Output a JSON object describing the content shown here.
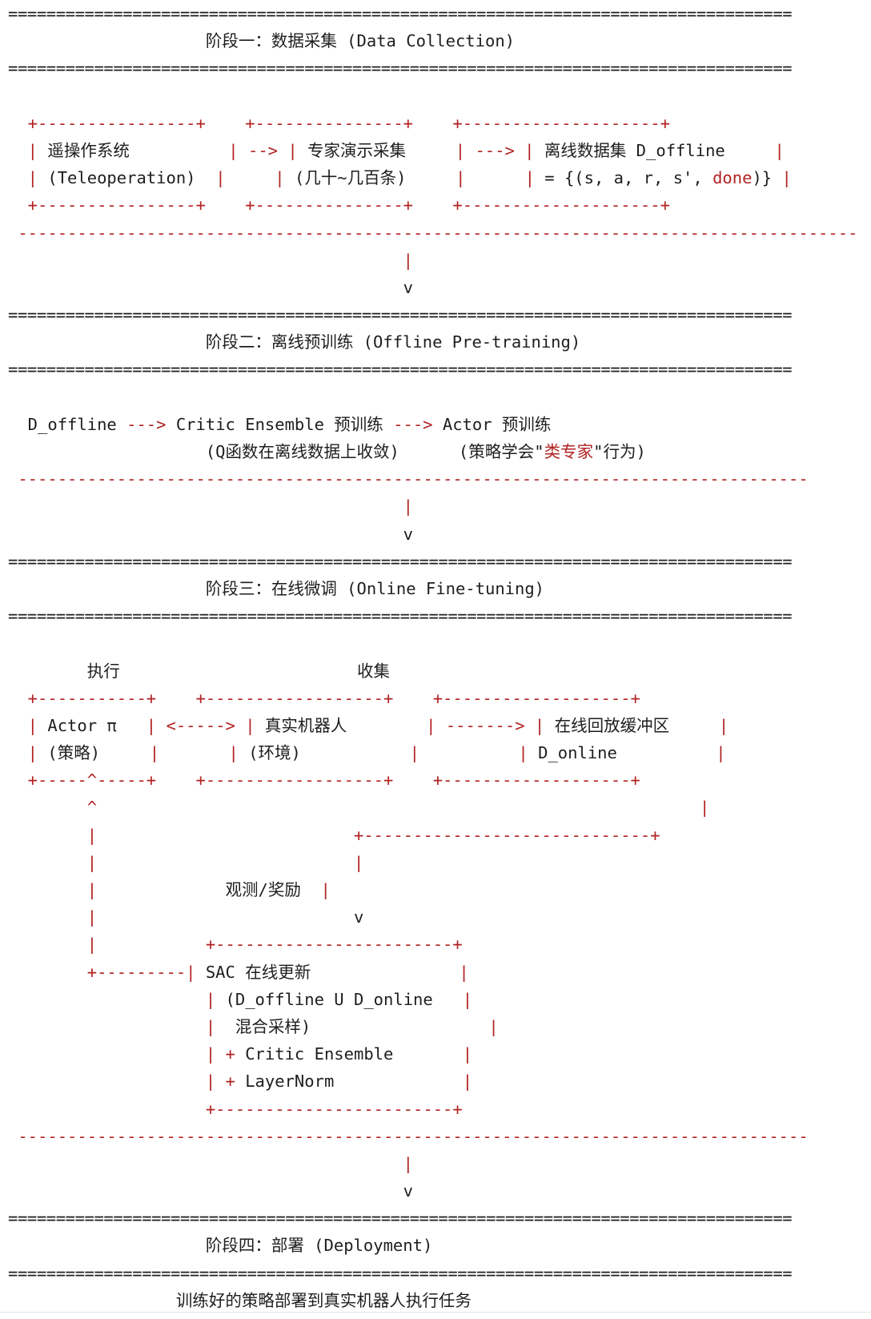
{
  "title": "",
  "lines": [
    [
      {
        "t": "==================================================================================",
        "c": "sep"
      }
    ],
    [
      {
        "t": "                    阶段一：数据采集 (Data Collection)",
        "c": "txt"
      }
    ],
    [
      {
        "t": "==================================================================================",
        "c": "sep"
      }
    ],
    [
      {
        "t": "",
        "c": "txt"
      }
    ],
    [
      {
        "t": "  +----------------+    +---------------+    +--------------------+",
        "c": "red"
      }
    ],
    [
      {
        "t": "  | ",
        "c": "red"
      },
      {
        "t": "遥操作系统",
        "c": "txt"
      },
      {
        "t": "          | --> | ",
        "c": "red"
      },
      {
        "t": "专家演示采集",
        "c": "txt"
      },
      {
        "t": "     | ---> | ",
        "c": "red"
      },
      {
        "t": "离线数据集 D_offline",
        "c": "txt"
      },
      {
        "t": "     |",
        "c": "red"
      }
    ],
    [
      {
        "t": "  | ",
        "c": "red"
      },
      {
        "t": "(Teleoperation)",
        "c": "txt"
      },
      {
        "t": "  |     | ",
        "c": "red"
      },
      {
        "t": "(几十~几百条)",
        "c": "txt"
      },
      {
        "t": "     |      | ",
        "c": "red"
      },
      {
        "t": "= {(s, a, r, s', ",
        "c": "txt"
      },
      {
        "t": "done",
        "c": "red"
      },
      {
        "t": ")}",
        "c": "txt"
      },
      {
        "t": " |",
        "c": "red"
      }
    ],
    [
      {
        "t": "  +----------------+    +---------------+    +--------------------+",
        "c": "red"
      }
    ],
    [
      {
        "t": " -------------------------------------------------------------------------------------",
        "c": "red"
      }
    ],
    [
      {
        "t": "                                        |",
        "c": "red"
      }
    ],
    [
      {
        "t": "                                        v",
        "c": "txt"
      }
    ],
    [
      {
        "t": "==================================================================================",
        "c": "sep"
      }
    ],
    [
      {
        "t": "                    阶段二：离线预训练 (Offline Pre-training)",
        "c": "txt"
      }
    ],
    [
      {
        "t": "==================================================================================",
        "c": "sep"
      }
    ],
    [
      {
        "t": "",
        "c": "txt"
      }
    ],
    [
      {
        "t": "  D_offline ",
        "c": "txt"
      },
      {
        "t": "--->",
        "c": "red"
      },
      {
        "t": " Critic Ensemble 预训练 ",
        "c": "txt"
      },
      {
        "t": "--->",
        "c": "red"
      },
      {
        "t": " Actor 预训练",
        "c": "txt"
      }
    ],
    [
      {
        "t": "                    (Q函数在离线数据上收敛)      (策略学会\"",
        "c": "txt"
      },
      {
        "t": "类专家",
        "c": "red"
      },
      {
        "t": "\"行为)",
        "c": "txt"
      }
    ],
    [
      {
        "t": " --------------------------------------------------------------------------------",
        "c": "red"
      }
    ],
    [
      {
        "t": "                                        |",
        "c": "red"
      }
    ],
    [
      {
        "t": "                                        v",
        "c": "txt"
      }
    ],
    [
      {
        "t": "==================================================================================",
        "c": "sep"
      }
    ],
    [
      {
        "t": "                    阶段三：在线微调 (Online Fine-tuning)",
        "c": "txt"
      }
    ],
    [
      {
        "t": "==================================================================================",
        "c": "sep"
      }
    ],
    [
      {
        "t": "",
        "c": "txt"
      }
    ],
    [
      {
        "t": "        执行                        收集",
        "c": "txt"
      }
    ],
    [
      {
        "t": "  +-----------+    +------------------+    +-------------------+",
        "c": "red"
      }
    ],
    [
      {
        "t": "  | ",
        "c": "red"
      },
      {
        "t": "Actor π",
        "c": "txt"
      },
      {
        "t": "   | <-----> | ",
        "c": "red"
      },
      {
        "t": "真实机器人",
        "c": "txt"
      },
      {
        "t": "        | -------> | ",
        "c": "red"
      },
      {
        "t": "在线回放缓冲区",
        "c": "txt"
      },
      {
        "t": "     |",
        "c": "red"
      }
    ],
    [
      {
        "t": "  | ",
        "c": "red"
      },
      {
        "t": "(策略)",
        "c": "txt"
      },
      {
        "t": "     |       | ",
        "c": "red"
      },
      {
        "t": "(环境)",
        "c": "txt"
      },
      {
        "t": "           |          | ",
        "c": "red"
      },
      {
        "t": "D_online",
        "c": "txt"
      },
      {
        "t": "          |",
        "c": "red"
      }
    ],
    [
      {
        "t": "  +-----^-----+    +------------------+    +-------------------+",
        "c": "red"
      }
    ],
    [
      {
        "t": "        ^                                                             |",
        "c": "red"
      }
    ],
    [
      {
        "t": "        |                          +-----------------------------+",
        "c": "red"
      }
    ],
    [
      {
        "t": "        |                          |",
        "c": "red"
      }
    ],
    [
      {
        "t": "        |             ",
        "c": "red"
      },
      {
        "t": "观测/奖励",
        "c": "txt"
      },
      {
        "t": "  |",
        "c": "red"
      }
    ],
    [
      {
        "t": "        |                          ",
        "c": "red"
      },
      {
        "t": "v",
        "c": "txt"
      }
    ],
    [
      {
        "t": "        |           +------------------------+",
        "c": "red"
      }
    ],
    [
      {
        "t": "        +---------| ",
        "c": "red"
      },
      {
        "t": "SAC 在线更新",
        "c": "txt"
      },
      {
        "t": "               |",
        "c": "red"
      }
    ],
    [
      {
        "t": "                    | ",
        "c": "red"
      },
      {
        "t": "(D_offline U D_online",
        "c": "txt"
      },
      {
        "t": "   |",
        "c": "red"
      }
    ],
    [
      {
        "t": "                    |  ",
        "c": "red"
      },
      {
        "t": "混合采样)",
        "c": "txt"
      },
      {
        "t": "                  |",
        "c": "red"
      }
    ],
    [
      {
        "t": "                    | ",
        "c": "red"
      },
      {
        "t": "+ ",
        "c": "red"
      },
      {
        "t": "Critic Ensemble",
        "c": "txt"
      },
      {
        "t": "       |",
        "c": "red"
      }
    ],
    [
      {
        "t": "                    | ",
        "c": "red"
      },
      {
        "t": "+ ",
        "c": "red"
      },
      {
        "t": "LayerNorm",
        "c": "txt"
      },
      {
        "t": "             |",
        "c": "red"
      }
    ],
    [
      {
        "t": "                    +------------------------+",
        "c": "red"
      }
    ],
    [
      {
        "t": " --------------------------------------------------------------------------------",
        "c": "red"
      }
    ],
    [
      {
        "t": "                                        |",
        "c": "red"
      }
    ],
    [
      {
        "t": "                                        v",
        "c": "txt"
      }
    ],
    [
      {
        "t": "==================================================================================",
        "c": "sep"
      }
    ],
    [
      {
        "t": "                    阶段四：部署 (Deployment)",
        "c": "txt"
      }
    ],
    [
      {
        "t": "==================================================================================",
        "c": "sep"
      }
    ],
    [
      {
        "t": "                 训练好的策略部署到真实机器人执行任务",
        "c": "txt"
      }
    ]
  ]
}
